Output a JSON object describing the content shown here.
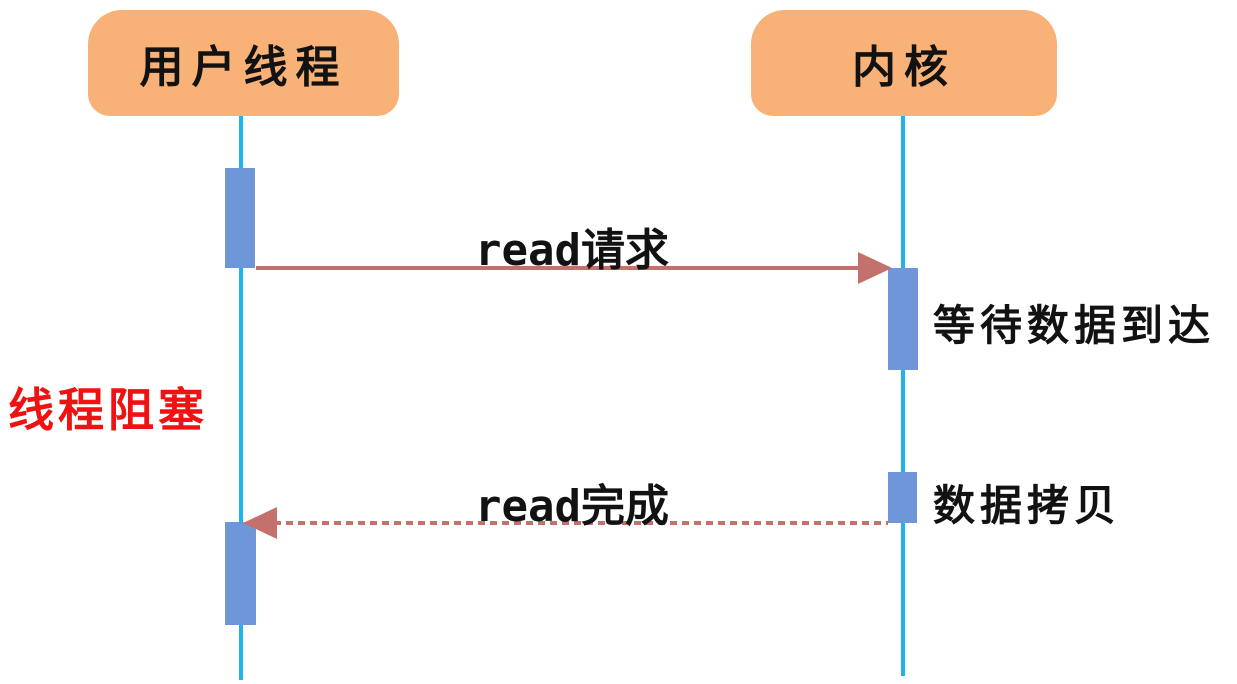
{
  "diagram": {
    "type": "sequence",
    "actors": [
      {
        "id": "user-thread",
        "label": "用户线程"
      },
      {
        "id": "kernel",
        "label": "内核"
      }
    ],
    "messages": [
      {
        "label": "read请求",
        "from": "user-thread",
        "to": "kernel",
        "line": "solid"
      },
      {
        "label": "read完成",
        "from": "kernel",
        "to": "user-thread",
        "line": "dotted"
      }
    ],
    "annotations": {
      "blocked": "线程阻塞",
      "wait_data": "等待数据到达",
      "data_copy": "数据拷贝"
    },
    "colors": {
      "actor_fill": "#F8B176",
      "lifeline": "#1FB5EC",
      "activation_fill": "#6E96D8",
      "arrow": "#C4706C",
      "blocked_text": "#EE1212",
      "label_text": "#121212",
      "background": "#FFFFFF"
    }
  }
}
